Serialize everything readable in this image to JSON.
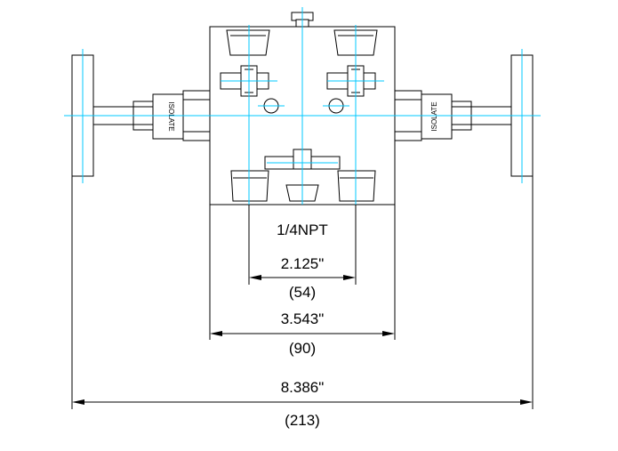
{
  "diagram": {
    "thread_label": "1/4NPT",
    "dimensions": [
      {
        "id": "inner",
        "value": "2.125\"",
        "metric": "(54)"
      },
      {
        "id": "body",
        "value": "3.543\"",
        "metric": "(90)"
      },
      {
        "id": "overall",
        "value": "8.386\"",
        "metric": "(213)"
      }
    ],
    "valve_label_left": "ISOLATE",
    "valve_label_right": "ISOLATE",
    "colors": {
      "outline": "#000000",
      "centerline": "#00c8ff",
      "background": "#ffffff"
    }
  }
}
